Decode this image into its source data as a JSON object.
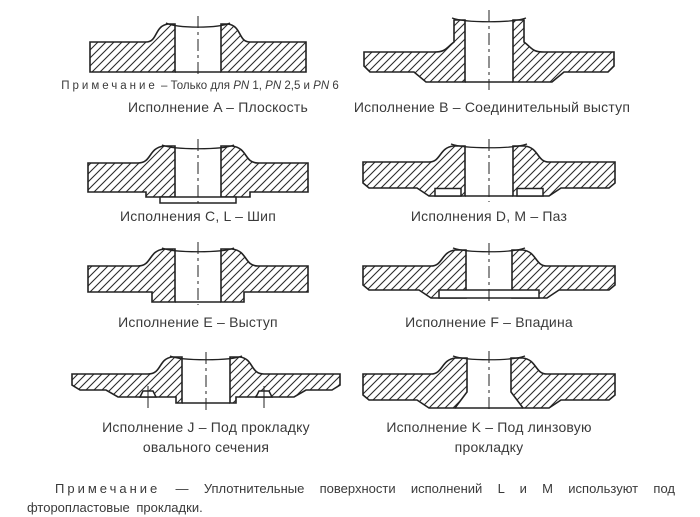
{
  "page": {
    "background": "#ffffff",
    "line_color": "#222222",
    "text_color": "#3a3a3a"
  },
  "figures": {
    "a": {
      "caption": "Исполнение A – Плоскость"
    },
    "b": {
      "caption": "Исполнение B – Соединительный выступ"
    },
    "cl": {
      "caption": "Исполнения C, L – Шип"
    },
    "dm": {
      "caption": "Исполнения D, M – Паз"
    },
    "e": {
      "caption": "Исполнение E – Выступ"
    },
    "f": {
      "caption": "Исполнение F – Впадина"
    },
    "j": {
      "caption_line1": "Исполнение J – Под прокладку",
      "caption_line2": "овального сечения"
    },
    "k": {
      "caption_line1": "Исполнение K – Под линзовую",
      "caption_line2": "прокладку"
    }
  },
  "figure_a_note": {
    "label": "Примечание",
    "sep": " – ",
    "t1": "Только для ",
    "pn1": "PN",
    "v1": " 1, ",
    "pn2": "PN",
    "v2": " 2,5 и ",
    "pn3": "PN",
    "v3": " 6"
  },
  "bottom_note": {
    "label": "Примечание",
    "dash": " — ",
    "text": "Уплотнительные поверхности исполнений L и M используют под фторопластовые прокладки."
  }
}
